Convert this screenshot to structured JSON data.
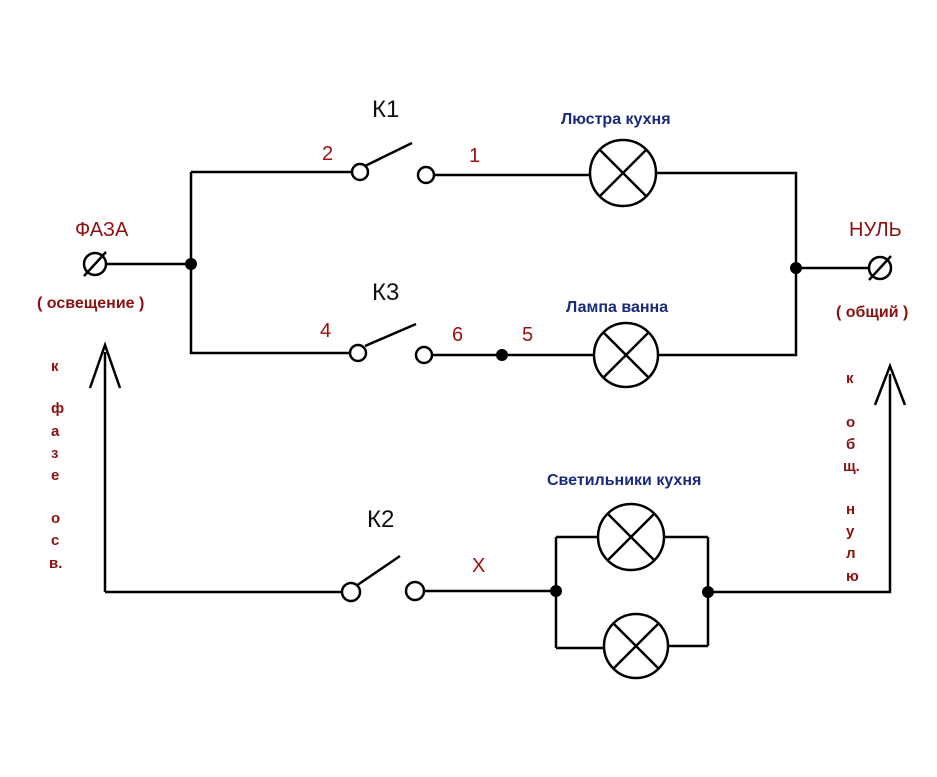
{
  "switches": {
    "k1": "К1",
    "k3": "К3",
    "k2": "К2"
  },
  "terminals": {
    "t2": "2",
    "t1": "1",
    "t4": "4",
    "t6": "6",
    "t5": "5",
    "tx": "Х"
  },
  "lamps": {
    "chandelier": "Люстра кухня",
    "bath": "Лампа ванна",
    "kitchen_lights": "Светильники кухня"
  },
  "phase": {
    "title": "ФАЗА",
    "subtitle": "( освещение )"
  },
  "neutral": {
    "title": "НУЛЬ",
    "subtitle": "( общий )"
  },
  "left_vertical": [
    "к",
    "ф",
    "а",
    "з",
    "е",
    "о",
    "с",
    "в."
  ],
  "right_vertical": [
    "к",
    "о",
    "б",
    "щ.",
    "н",
    "у",
    "л",
    "ю"
  ],
  "colors": {
    "wire": "#000000",
    "terminal_label": "#a01010",
    "lamp_label": "#1a2a7a",
    "side_label": "#8b1010"
  }
}
